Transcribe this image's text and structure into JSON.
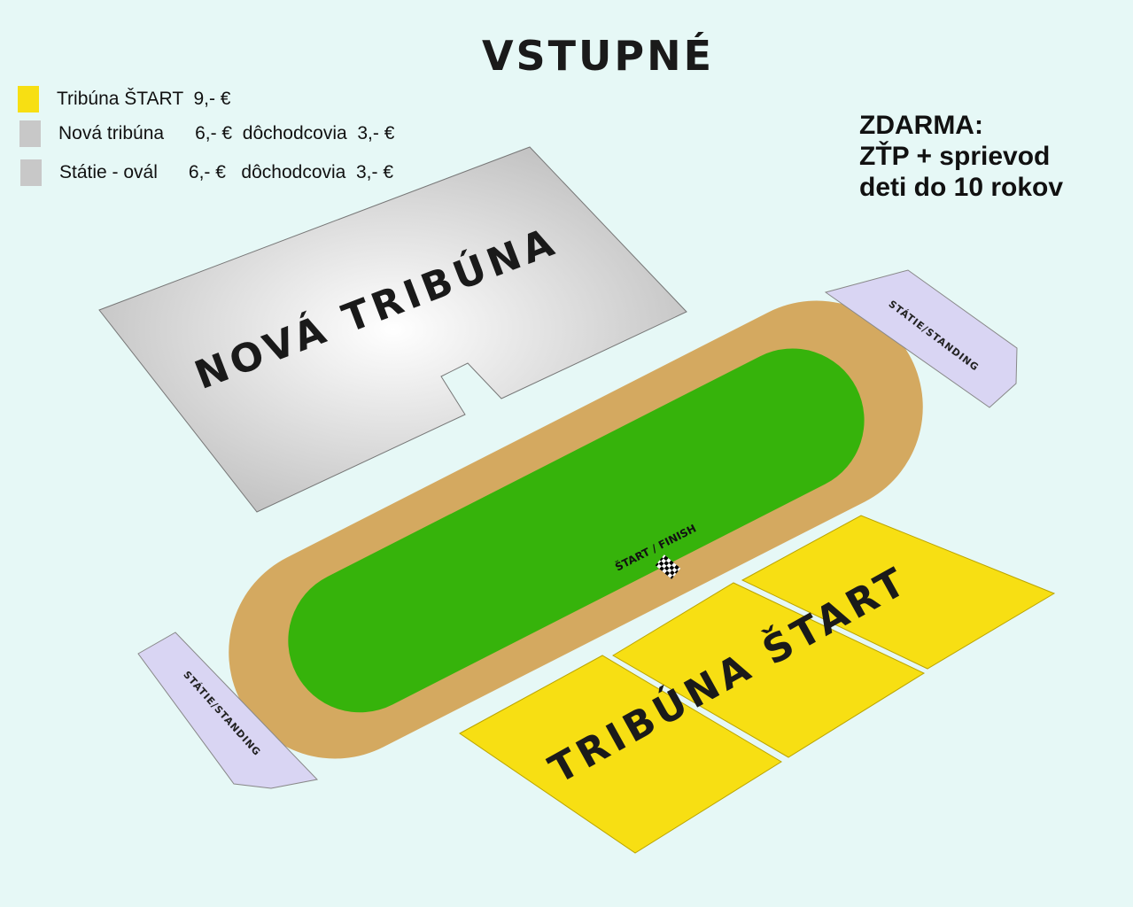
{
  "title": "VSTUPNÉ",
  "legend": [
    {
      "label": "Tribúna ŠTART  9,- €",
      "color": "#f7df13"
    },
    {
      "label": "Nová tribúna      6,- €  dôchodcovia  3,- €",
      "color": "#c8c8c8"
    },
    {
      "label": "Státie - ovál      6,- €   dôchodcovia  3,- €",
      "color": "#c8c8c8"
    }
  ],
  "free_entry": {
    "heading": "ZDARMA:",
    "lines": [
      "ZŤP + sprievod",
      "deti do 10 rokov"
    ]
  },
  "areas": {
    "nova_tribuna": "NOVÁ TRIBÚNA",
    "tribuna_start": "TRIBÚNA ŠTART",
    "statie_top": "STÁTIE/STANDING",
    "statie_bottom": "STÁTIE/STANDING",
    "start_finish": "ŠTART / FINISH"
  },
  "colors": {
    "background": "#e6f8f6",
    "track": "#d4a960",
    "field": "#36b30b",
    "yellow": "#f7df13",
    "standing": "#d9d5f3"
  }
}
